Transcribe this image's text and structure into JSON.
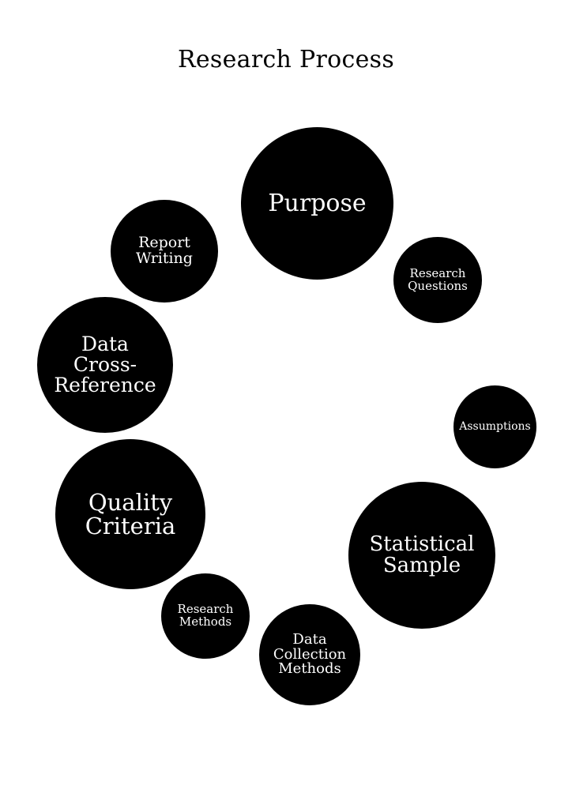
{
  "title": "Research Process",
  "nodes": [
    "Purpose",
    "Research Questions",
    "Assumptions",
    "Statistical Sample",
    "Data Collection Methods",
    "Research Methods",
    "Quality Criteria",
    "Data Cross-Reference",
    "Report Writing"
  ],
  "colors": {
    "circle": "#000000",
    "text": "#ffffff"
  }
}
